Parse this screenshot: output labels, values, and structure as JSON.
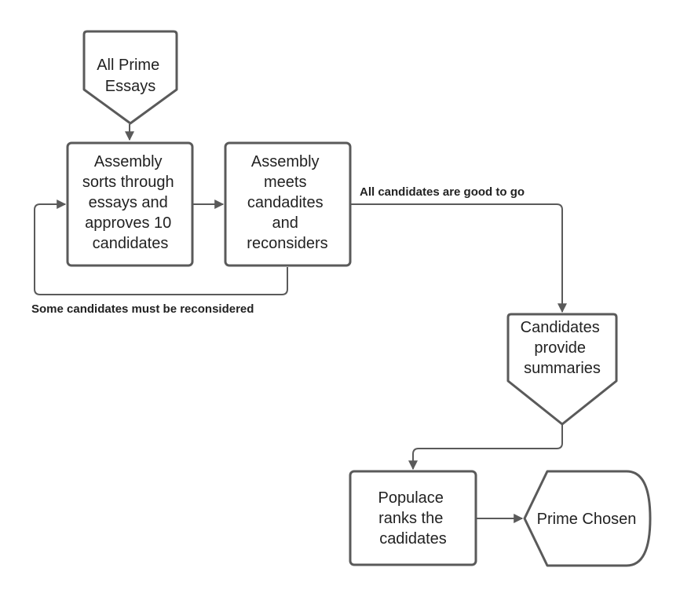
{
  "nodes": {
    "all_prime_essays": {
      "lines": [
        "All Prime",
        "Essays"
      ]
    },
    "assembly_sorts": {
      "lines": [
        "Assembly",
        "sorts through",
        "essays and",
        "approves 10",
        "candidates"
      ]
    },
    "assembly_meets": {
      "lines": [
        "Assembly",
        "meets",
        "candadites",
        "and",
        "reconsiders"
      ]
    },
    "candidates_summaries": {
      "lines": [
        "Candidates",
        "provide",
        "summaries"
      ]
    },
    "populace_ranks": {
      "lines": [
        "Populace",
        "ranks the",
        "cadidates"
      ]
    },
    "prime_chosen": {
      "lines": [
        "Prime Chosen"
      ]
    }
  },
  "edge_labels": {
    "good_to_go": "All candidates are good to go",
    "reconsidered": "Some candidates must be reconsidered"
  },
  "colors": {
    "stroke": "#5a5a5a",
    "text": "#222222",
    "background": "#ffffff"
  }
}
